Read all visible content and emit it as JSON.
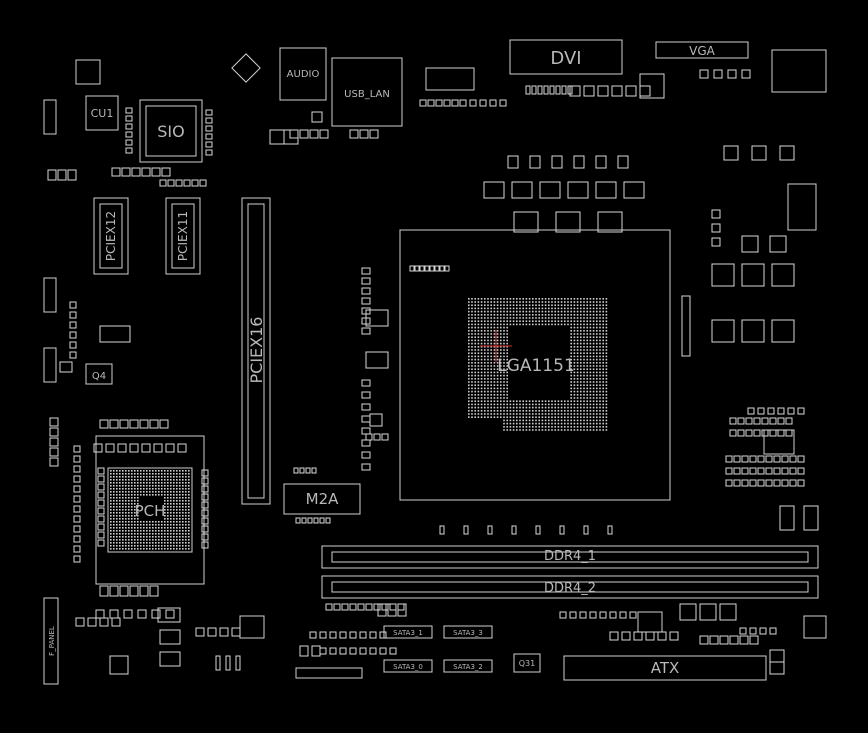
{
  "labels": {
    "dvi": "DVI",
    "vga": "VGA",
    "audio": "AUDIO",
    "usb_lan": "USB_LAN",
    "sio": "SIO",
    "cu1": "CU1",
    "pciex12": "PCIEX12",
    "pciex11": "PCIEX11",
    "pciex16": "PCIEX16",
    "m2a": "M2A",
    "lga": "LGA1151",
    "pch": "PCH",
    "ddr4_1": "DDR4_1",
    "ddr4_2": "DDR4_2",
    "atx": "ATX",
    "q4": "Q4",
    "q31": "Q31",
    "sata_1": "SATA3_1",
    "sata_3": "SATA3_3",
    "sata_0": "SATA3_0",
    "sata_2": "SATA3_2",
    "f_panel": "F_PANEL"
  },
  "colors": {
    "background": "#000000",
    "outline": "#d0d0d0",
    "label": "#b8b8b8",
    "crosshair": "#d03030"
  }
}
